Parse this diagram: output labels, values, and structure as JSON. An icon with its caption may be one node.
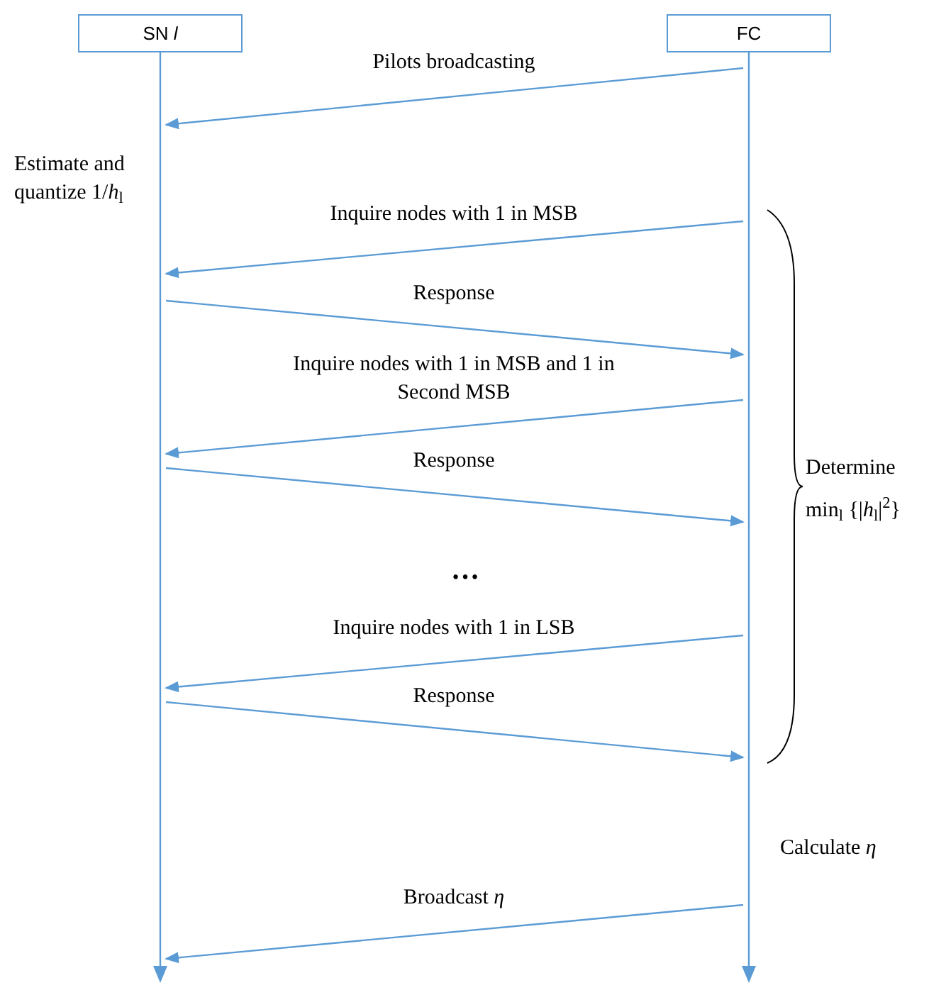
{
  "diagram": {
    "nodes": [
      {
        "text": [
          "SN *l*"
        ]
      },
      {
        "text": [
          "FC"
        ]
      },
      {
        "text": [],
        "shape": "bar"
      },
      {
        "text": [],
        "shape": "bar"
      }
    ],
    "edges": [
      {
        "from": 3,
        "to": 2,
        "arrow": "to",
        "label": "Pilots broadcasting"
      },
      {
        "from": 3,
        "to": 2,
        "arrow": "to",
        "label": "Inquire nodes with 1 in MSB"
      },
      {
        "from": 2,
        "to": 3,
        "arrow": "to",
        "label": "Response"
      },
      {
        "from": 3,
        "to": 2,
        "arrow": "to",
        "label": "Inquire  nodes with 1 in MSB and 1 in Second MSB"
      },
      {
        "from": 2,
        "to": 3,
        "arrow": "to",
        "label": "Response"
      },
      {
        "from": 3,
        "to": 2,
        "arrow": "to",
        "label": "Inquire nodes with 1 in LSB"
      },
      {
        "from": 2,
        "to": 3,
        "arrow": "to",
        "label": "Response"
      },
      {
        "from": 3,
        "to": 2,
        "arrow": "to",
        "label": "Broadcast *η*"
      }
    ],
    "labels": [
      "Estimate and quantize 1/*h*$_{l}$",
      "…",
      "Determine",
      "min$_{l}$ {|*h*$_{l}$|$^{2}$}",
      "Calculate *η*"
    ]
  }
}
